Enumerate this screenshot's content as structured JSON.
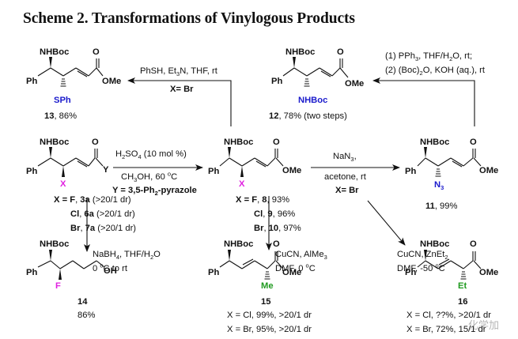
{
  "title": "Scheme 2. Transformations of Vinylogous Products",
  "colors": {
    "sulfur_group": "#1a1acc",
    "nitrogen_group": "#1a1acc",
    "halogen": "#e020e0",
    "alkyl": "#1f9a1f"
  },
  "labels": {
    "nhboc": "NHBoc",
    "ph": "Ph",
    "ome": "OMe",
    "o": "O",
    "oh": "OH",
    "y": "Y",
    "x": "X",
    "f": "F"
  },
  "compounds": {
    "c13": {
      "id": "13",
      "yield": ", 86%",
      "substituent": "SPh"
    },
    "c12": {
      "id": "12",
      "yield": ", 78% (two steps)",
      "substituent": "NHBoc"
    },
    "c3": {
      "x_lines": [
        {
          "prefix": "X = ",
          "x": "F",
          "sep": ", ",
          "id": "3a",
          "note": " (>20/1 dr)"
        },
        {
          "prefix": "",
          "x": "Cl",
          "sep": ", ",
          "id": "6a",
          "note": " (>20/1 dr)"
        },
        {
          "prefix": "",
          "x": "Br",
          "sep": ", ",
          "id": "7a",
          "note": " (>20/1 dr)"
        }
      ]
    },
    "c8": {
      "x_lines": [
        {
          "prefix": "X = ",
          "x": "F",
          "sep": ", ",
          "id": "8",
          "note": ", 93%"
        },
        {
          "prefix": "",
          "x": "Cl",
          "sep": ", ",
          "id": "9",
          "note": ", 96%"
        },
        {
          "prefix": "",
          "x": "Br",
          "sep": ", ",
          "id": "10",
          "note": ", 97%"
        }
      ]
    },
    "c11": {
      "id": "11",
      "yield": ", 99%",
      "substituent": "N",
      "substituent_sub": "3"
    },
    "c14": {
      "id": "14",
      "yield": "86%"
    },
    "c15": {
      "id": "15",
      "substituent": "Me",
      "results": [
        "X = Cl, 99%, >20/1 dr",
        "X = Br, 95%, >20/1 dr"
      ]
    },
    "c16": {
      "id": "16",
      "substituent": "Et",
      "results": [
        "X = Cl, ??%, >20/1 dr",
        "X = Br, 72%, 15/1 dr"
      ]
    }
  },
  "reactions": {
    "r_3_to_8": {
      "line1_a": "H",
      "line1_sub": "2",
      "line1_b": "SO",
      "line1_sub2": "4",
      "line1_c": " (10 mol %)",
      "line2_a": "CH",
      "line2_sub": "3",
      "line2_b": "OH, 60 ",
      "line2_sup": "o",
      "line2_c": "C",
      "line3_a": "Y = 3,5-Ph",
      "line3_sub": "2",
      "line3_b": "-pyrazole"
    },
    "r_8_to_13": {
      "line1_a": "PhSH, Et",
      "line1_sub": "3",
      "line1_b": "N, THF, rt",
      "line2": "X= Br"
    },
    "r_8_to_11": {
      "line1_a": "NaN",
      "line1_sub": "3",
      "line1_b": ",",
      "line2": "acetone, rt",
      "line3": "X= Br"
    },
    "r_11_to_12": {
      "line1_a": "(1) PPh",
      "line1_sub": "3",
      "line1_b": ", THF/H",
      "line1_sub2": "2",
      "line1_c": "O, rt;",
      "line2_a": "(2) (Boc)",
      "line2_sub": "2",
      "line2_b": "O, KOH (aq.), rt"
    },
    "r_3_to_14": {
      "line1_a": "NaBH",
      "line1_sub": "4",
      "line1_b": ", THF/H",
      "line1_sub2": "2",
      "line1_c": "O",
      "line2_a": "0 ",
      "line2_sup": "o",
      "line2_b": "C to rt"
    },
    "r_8_to_15": {
      "line1_a": "CuCN, AlMe",
      "line1_sub": "3",
      "line2_a": "DMF, 0 ",
      "line2_sup": "o",
      "line2_b": "C"
    },
    "r_8_to_16": {
      "line1_a": "CuCN, ZnEt",
      "line1_sub": "2",
      "line2_a": "DMF, -50 ",
      "line2_sup": "o",
      "line2_b": "C"
    }
  },
  "watermark": "化学加"
}
